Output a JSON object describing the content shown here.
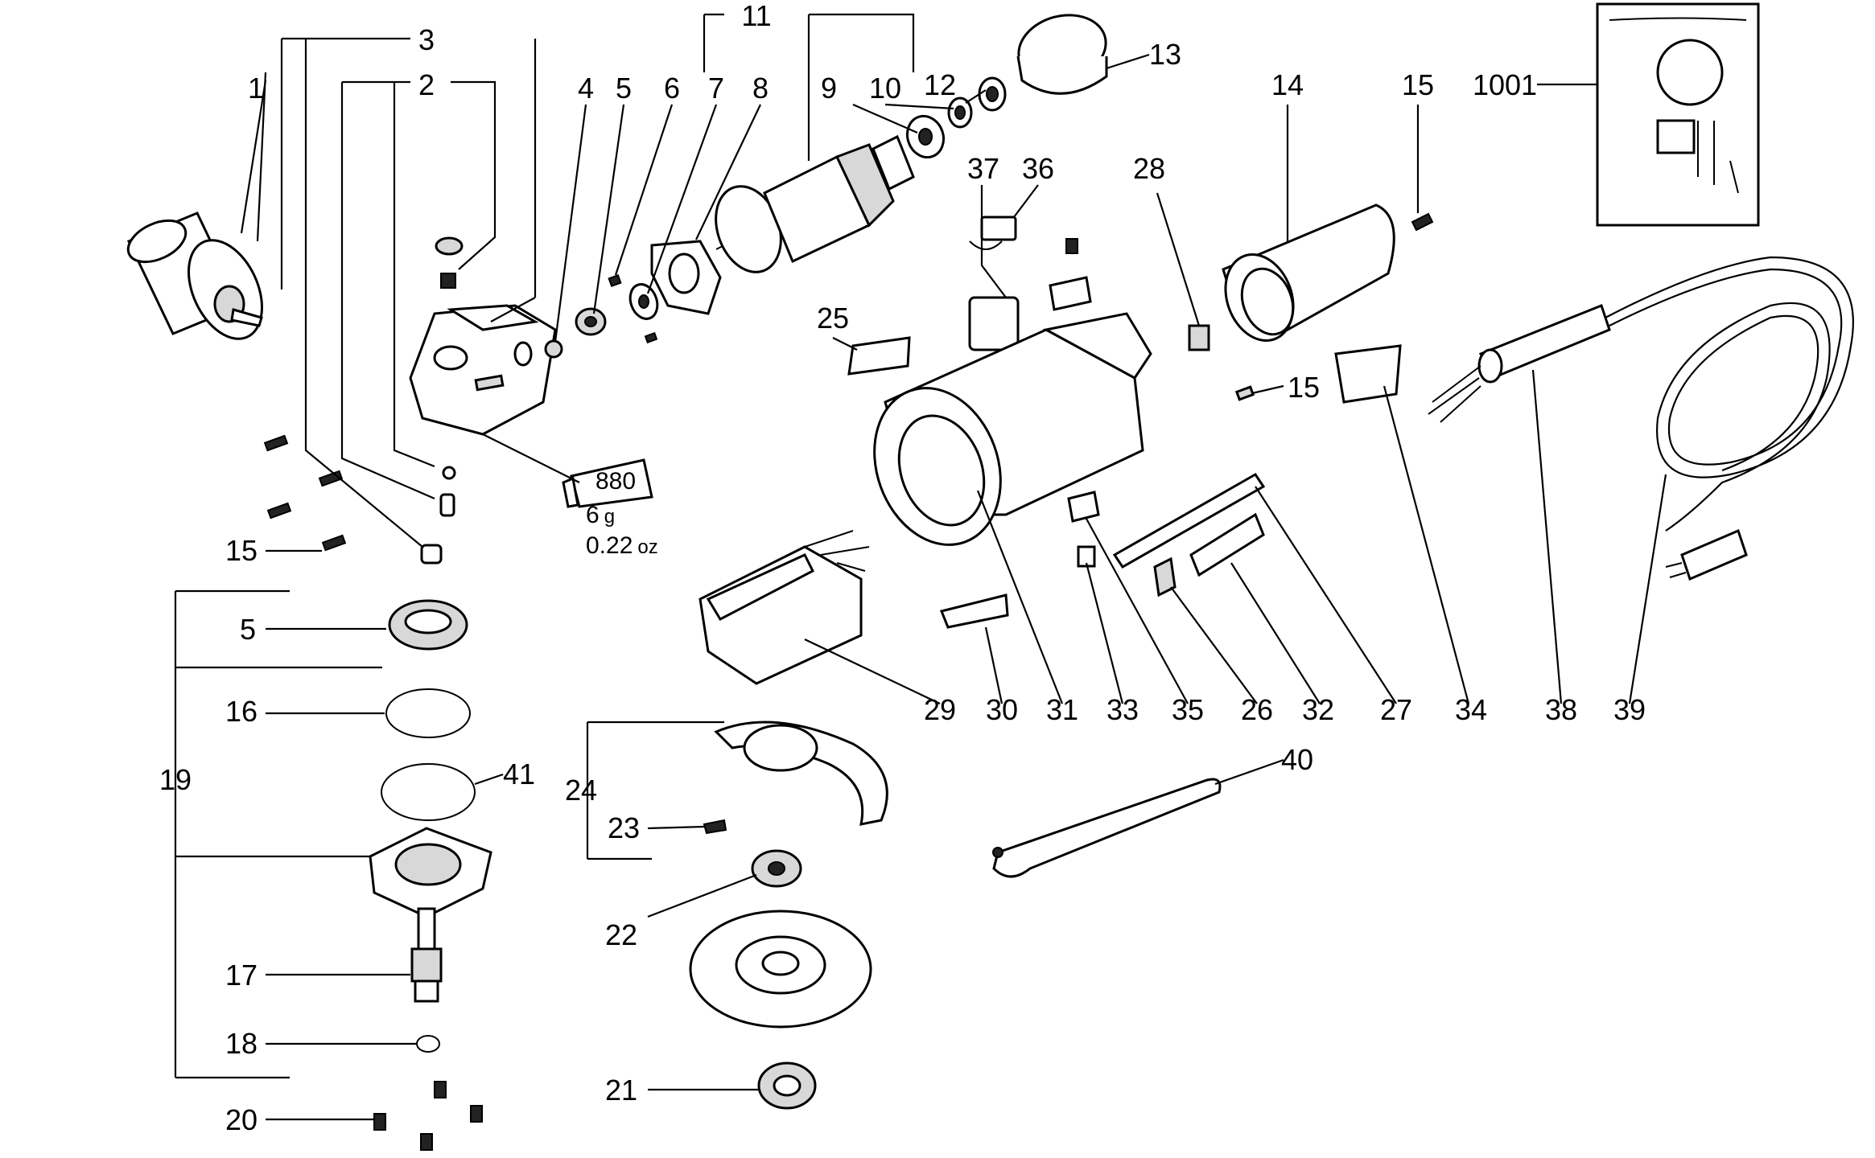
{
  "labels": {
    "p1": "1",
    "p2": "2",
    "p3": "3",
    "p4": "4",
    "p5a": "5",
    "p5b": "5",
    "p6": "6",
    "p7": "7",
    "p8": "8",
    "p9": "9",
    "p10": "10",
    "p11": "11",
    "p12": "12",
    "p13": "13",
    "p14": "14",
    "p15a": "15",
    "p15b": "15",
    "p15c": "15",
    "p16": "16",
    "p17": "17",
    "p18": "18",
    "p19": "19",
    "p20": "20",
    "p21": "21",
    "p22": "22",
    "p23": "23",
    "p24": "24",
    "p25": "25",
    "p26": "26",
    "p27": "27",
    "p28": "28",
    "p29": "29",
    "p30": "30",
    "p31": "31",
    "p32": "32",
    "p33": "33",
    "p34": "34",
    "p35": "35",
    "p36": "36",
    "p37": "37",
    "p38": "38",
    "p39": "39",
    "p40": "40",
    "p41": "41",
    "p1001": "1001"
  },
  "grease": {
    "tube_code": "880",
    "amount": "6",
    "amount_unit": "g",
    "amount_imperial": "0.22",
    "amount_imperial_unit": "oz"
  }
}
